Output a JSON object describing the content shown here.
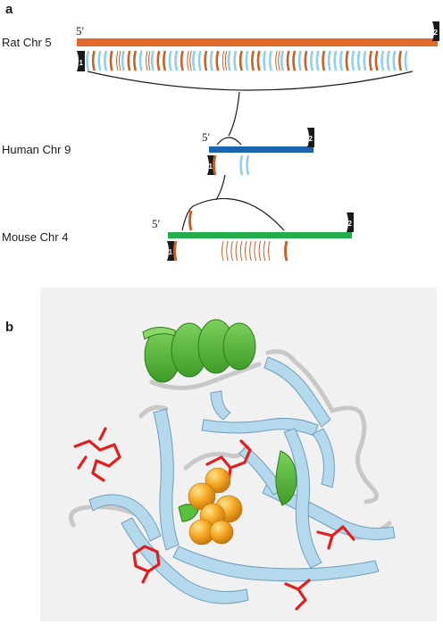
{
  "panel_a": {
    "letter": "a",
    "rows": [
      {
        "label": "Rat Chr 5",
        "five_prime": "5′",
        "start_marker": "1",
        "end_marker": "2"
      },
      {
        "label": "Human Chr 9",
        "five_prime": "5′",
        "start_marker": "1",
        "end_marker": "2"
      },
      {
        "label": "Mouse Chr 4",
        "five_prime": "5′",
        "start_marker": "1",
        "end_marker": "2"
      }
    ],
    "colors": {
      "rat": "#e06a2c",
      "human": "#1a64b0",
      "mouse": "#23ad4a",
      "gene_orange": "#c7622a",
      "gene_blue": "#8fd0ee",
      "marker": "#1a1a1a"
    }
  },
  "panel_b": {
    "letter": "b",
    "colors": {
      "sheet": "#b4d8ec",
      "helix": "#58bf3a",
      "ligand": "#f5a623",
      "sidechain": "#e0201e",
      "loop": "#c8c8c8"
    }
  }
}
